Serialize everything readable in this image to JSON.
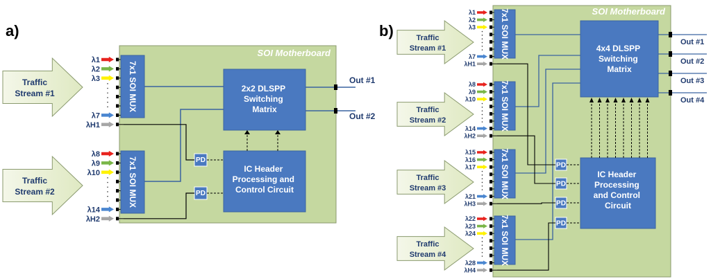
{
  "panel_a": {
    "label": "a)",
    "motherboard": "SOI Motherboard",
    "streams": [
      {
        "label_line1": "Traffic",
        "label_line2": "Stream #1",
        "mux": "7x1 SOI MUX",
        "lambdas": [
          {
            "text": "λ1",
            "color": "red"
          },
          {
            "text": "λ2",
            "color": "green"
          },
          {
            "text": "λ3",
            "color": "yellow"
          },
          {
            "text": "λ7",
            "color": "blue"
          }
        ],
        "header": "λH1"
      },
      {
        "label_line1": "Traffic",
        "label_line2": "Stream #2",
        "mux": "7x1 SOI MUX",
        "lambdas": [
          {
            "text": "λ8",
            "color": "red"
          },
          {
            "text": "λ9",
            "color": "green"
          },
          {
            "text": "λ10",
            "color": "yellow"
          },
          {
            "text": "λ14",
            "color": "blue"
          }
        ],
        "header": "λH2"
      }
    ],
    "switch": [
      "2x2 DLSPP",
      "Switching",
      "Matrix"
    ],
    "ic": [
      "IC Header",
      "Processing and",
      "Control Circuit"
    ],
    "pd": "PD",
    "outputs": [
      "Out #1",
      "Out #2"
    ]
  },
  "panel_b": {
    "label": "b)",
    "motherboard": "SOI Motherboard",
    "streams": [
      {
        "label_line1": "Traffic",
        "label_line2": "Stream #1",
        "mux": "7x1 SOI MUX",
        "lambdas": [
          {
            "text": "λ1",
            "color": "red"
          },
          {
            "text": "λ2",
            "color": "green"
          },
          {
            "text": "λ3",
            "color": "yellow"
          },
          {
            "text": "λ7",
            "color": "blue"
          }
        ],
        "header": "λH1"
      },
      {
        "label_line1": "Traffic",
        "label_line2": "Stream #2",
        "mux": "7x1 SOI MUX",
        "lambdas": [
          {
            "text": "λ8",
            "color": "red"
          },
          {
            "text": "λ9",
            "color": "green"
          },
          {
            "text": "λ10",
            "color": "yellow"
          },
          {
            "text": "λ14",
            "color": "blue"
          }
        ],
        "header": "λH2"
      },
      {
        "label_line1": "Traffic",
        "label_line2": "Stream #3",
        "mux": "7x1 SOI MUX",
        "lambdas": [
          {
            "text": "λ15",
            "color": "red"
          },
          {
            "text": "λ16",
            "color": "green"
          },
          {
            "text": "λ17",
            "color": "yellow"
          },
          {
            "text": "λ21",
            "color": "blue"
          }
        ],
        "header": "λH3"
      },
      {
        "label_line1": "Traffic",
        "label_line2": "Stream #4",
        "mux": "7x1 SOI MUX",
        "lambdas": [
          {
            "text": "λ22",
            "color": "red"
          },
          {
            "text": "λ23",
            "color": "green"
          },
          {
            "text": "λ24",
            "color": "yellow"
          },
          {
            "text": "λ28",
            "color": "blue"
          }
        ],
        "header": "λH4"
      }
    ],
    "switch": [
      "4x4 DLSPP",
      "Switching",
      "Matrix"
    ],
    "ic": [
      "IC Header",
      "Processing",
      "and Control",
      "Circuit"
    ],
    "pd": "PD",
    "outputs": [
      "Out #1",
      "Out #2",
      "Out #3",
      "Out #4"
    ]
  },
  "colors": {
    "motherboard": "#c5d8a0",
    "block": "#4a79c0",
    "arrow_fill": "#eef3dd",
    "red": "#e8231e",
    "green": "#7ab648",
    "yellow": "#fff200",
    "blue": "#4a86d0",
    "gray": "#a6a6a6"
  }
}
